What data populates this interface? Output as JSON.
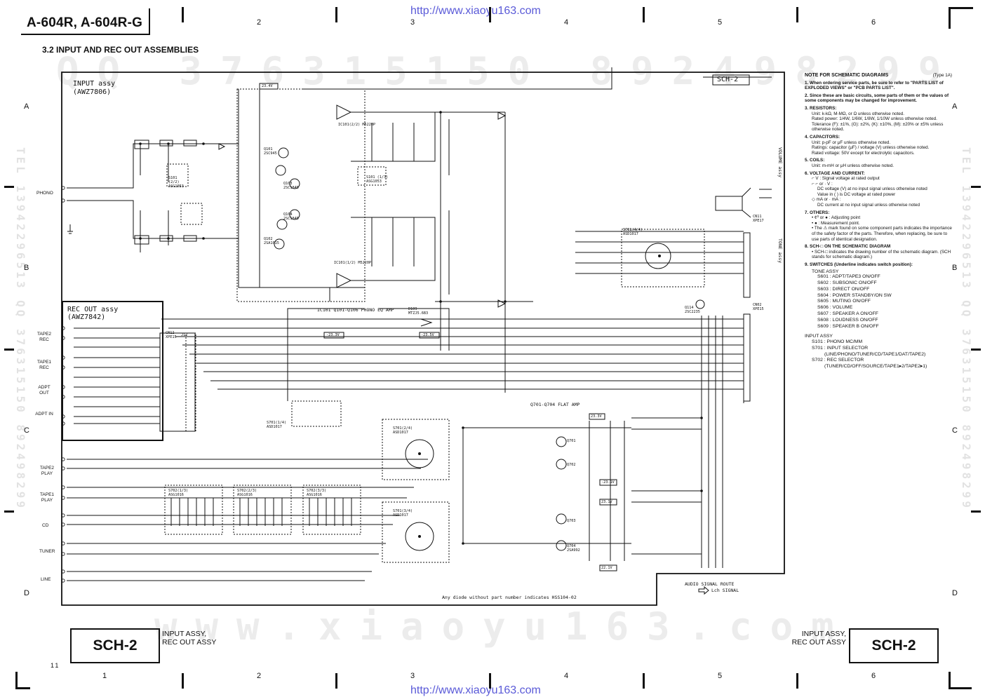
{
  "header": {
    "model": "A-604R, A-604R-G",
    "section_title": "3.2  INPUT AND REC OUT ASSEMBLIES",
    "url_top": "http://www.xiaoyu163.com",
    "url_bottom": "http://www.xiaoyu163.com",
    "page_number": "11"
  },
  "grid": {
    "columns_top": [
      "2",
      "3",
      "4",
      "5",
      "6"
    ],
    "columns_bottom": [
      "1",
      "2",
      "3",
      "4",
      "5",
      "6"
    ],
    "rows_left": [
      "A",
      "B",
      "C",
      "D"
    ],
    "rows_right": [
      "A",
      "B",
      "C",
      "D"
    ]
  },
  "watermark": {
    "top": "QQ 376315150  892498299",
    "bottom": "www.xiaoyu163.com",
    "side_left": "TEL 13942296513  QQ 376315150  892498299",
    "side_right": "TEL 13942296513  QQ 376315150  892498299"
  },
  "schematic": {
    "sheet_id": "SCH-2",
    "input_assy_name": "INPUT assy",
    "input_assy_part": "(AWZ7806)",
    "recout_assy_name": "REC OUT assy",
    "recout_assy_part": "(AWZ7842)",
    "phono_eq_label": "IC101 Q101-Q106 PHONO EQ AMP",
    "flat_amp_label": "Q701-Q704 FLAT AMP",
    "diode_note": "Any diode without part number indicates HSS104-02",
    "route_title": "AUDIO SIGNAL ROUTE",
    "route_lch": "Lch SIGNAL",
    "rec_inputs": [
      "TAPE2 REC",
      "TAPE1 REC",
      "ADPT OUT",
      "ADPT IN"
    ],
    "play_inputs": [
      "TAPE2 PLAY",
      "TAPE1 PLAY",
      "CD",
      "TUNER",
      "LINE"
    ],
    "phono_label": "PHONO",
    "volume_label": "VOLUME assy",
    "tone_label": "TONE assy",
    "part_labels": [
      "IC101(2/2) M5220P",
      "IC101(1/2) M5220P",
      "S101 (2/2) ASG1053",
      "S101 (1/3) ASG1053",
      "S701(1/4) ASD1017",
      "S702(1/3) ASG1016",
      "S702(2/3) ASG1016",
      "S702(3/3) ASG1016",
      "CN12 XPE15",
      "CN11 XPE17",
      "CN02 XPE15",
      "J12",
      "Q101 2SC945",
      "Q102 2SA1015",
      "Q103 2SC1845",
      "Q104 2SC1845",
      "Q701",
      "Q702",
      "Q703",
      "Q704 2SA992",
      "D109 MTZJ5.6B3",
      "S701(2/4) ASD1017",
      "S701(3/4) ASD1017",
      "S701(4/4) ASD1017",
      "Q114 2SC2235"
    ],
    "supply_labels": [
      "23.3V",
      "-23.3V",
      "23.4V",
      "-23.5V",
      "-23.1V",
      "23.1V",
      "22.1V"
    ]
  },
  "notes": {
    "title": "NOTE FOR SCHEMATIC DIAGRAMS",
    "type": "(Type 1A)",
    "n1": "1. When ordering service parts, be sure to refer to \"PARTS LIST of EXPLODED VIEWS\" or \"PCB PARTS LIST\".",
    "n2": "2. Since these are basic circuits, some parts of them or the values of some components may be changed for improvement.",
    "n3_title": "3. RESISTORS:",
    "n3_lines": [
      "Unit: k-kΩ, M-MΩ, or Ω unless otherwise noted.",
      "Rated power: 1/4W, 1/6W, 1/8W, 1/10W unless otherwise noted.",
      "Tolerance (F): ±1%, (G): ±2%, (K): ±10%, (M): ±20% or ±5% unless otherwise noted."
    ],
    "n4_title": "4. CAPACITORS:",
    "n4_lines": [
      "Unit: p-pF or μF unless otherwise noted.",
      "Ratings: capacitor (μF) / voltage (V) unless otherwise noted.",
      "Rated voltage: 50V except for electrolytic capacitors."
    ],
    "n5_title": "5. COILS:",
    "n5_lines": [
      "Unit: m-mH or μH unless otherwise noted."
    ],
    "n6_title": "6. VOLTAGE AND CURRENT:",
    "n6_lines": [
      "⌐ V : Signal voltage at rated output",
      "⌐ ⌐ or · V :",
      "DC voltage (V) at no input signal unless otherwise noted",
      "Value in (  ) is DC voltage at rated power",
      "◇ mA or · mA :",
      "DC current at no input signal unless otherwise noted"
    ],
    "n7_title": "7. OTHERS:",
    "n7_lines": [
      "• ¢⁰ or ● : Adjusting point",
      "• ● : Measurement point.",
      "• The ⚠ mark found on some component parts indicates the importance of the safety factor of the parts. Therefore, when replacing, be sure to use parts of identical designation."
    ],
    "n8_title": "8. SCH-□ ON THE SCHEMATIC DIAGRAM",
    "n8_lines": [
      "• SCH-□ indicates the drawing number of the schematic diagram. (SCH stands for schematic diagram.)"
    ],
    "n9_title": "9. SWITCHES (Underline indicates switch position):",
    "tone_title": "TONE ASSY",
    "tone_switches": [
      "S601 : ADPT/TAPE3 ON/OFF",
      "S602 : SUBSONIC ON/OFF",
      "S603 : DIRECT ON/OFF",
      "S604 : POWER STANDBY/ON SW",
      "S605 : MUTING ON/OFF",
      "S606 : VOLUME",
      "S607 : SPEAKER A ON/OFF",
      "S608 : LOUDNESS ON/OFF",
      "S609 : SPEAKER B ON/OFF"
    ],
    "input_title": "INPUT ASSY",
    "input_switches": [
      "S101 : PHONO MC/MM",
      "S701 : INPUT SELECTOR",
      "(LINE/PHONO/TUNER/CD/TAPE1/DAT/TAPE2)",
      "S702 : REC SELECTOR",
      "(TUNER/CD/OFF/SOURCE/TAPE1▸2/TAPE2▸1)"
    ]
  },
  "footer": {
    "left_code": "SCH-2",
    "left_desc_1": "INPUT ASSY,",
    "left_desc_2": "REC OUT ASSY",
    "right_code": "SCH-2",
    "right_desc_1": "INPUT ASSY,",
    "right_desc_2": "REC OUT ASSY"
  }
}
